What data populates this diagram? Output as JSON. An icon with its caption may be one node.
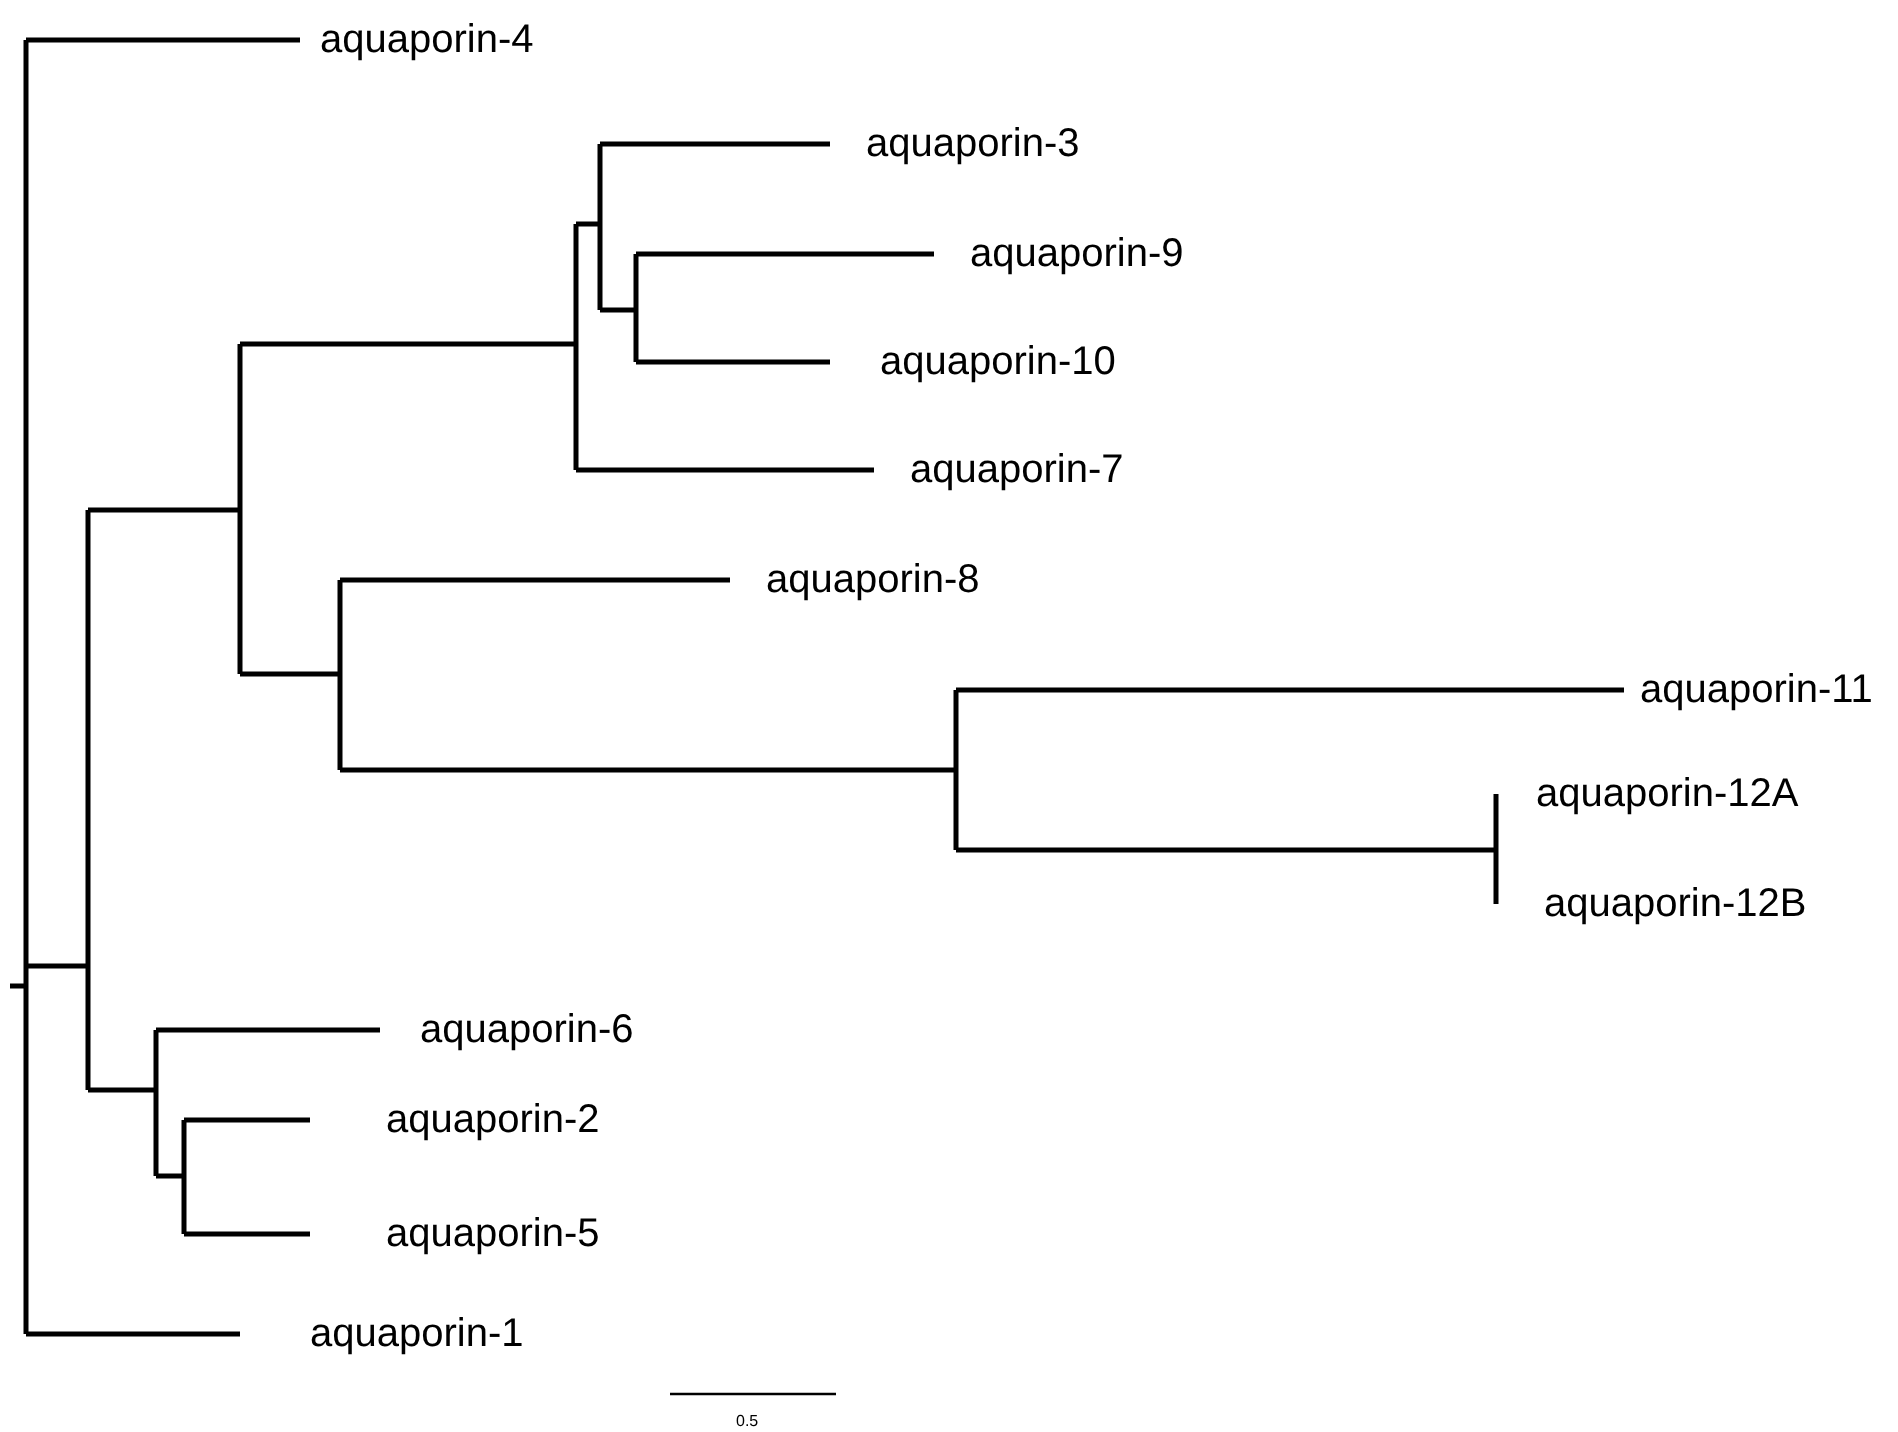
{
  "diagram": {
    "nodes": [
      {
        "text": [
          "aquaporin-4"
        ]
      },
      {
        "text": [
          "aquaporin-3"
        ]
      },
      {
        "text": [
          "aquaporin-9"
        ]
      },
      {
        "text": [
          "aquaporin-10"
        ]
      },
      {
        "text": [
          "aquaporin-7"
        ]
      },
      {
        "text": [
          "aquaporin-8"
        ]
      },
      {
        "text": [
          "aquaporin-11"
        ]
      },
      {
        "text": [
          "aquaporin-12A"
        ]
      },
      {
        "text": [
          "aquaporin-12B"
        ]
      },
      {
        "text": [
          "aquaporin-6"
        ]
      },
      {
        "text": [
          "aquaporin-2"
        ]
      },
      {
        "text": [
          "aquaporin-5"
        ]
      },
      {
        "text": [
          "aquaporin-1"
        ]
      }
    ],
    "labels": [
      "0.5"
    ]
  }
}
